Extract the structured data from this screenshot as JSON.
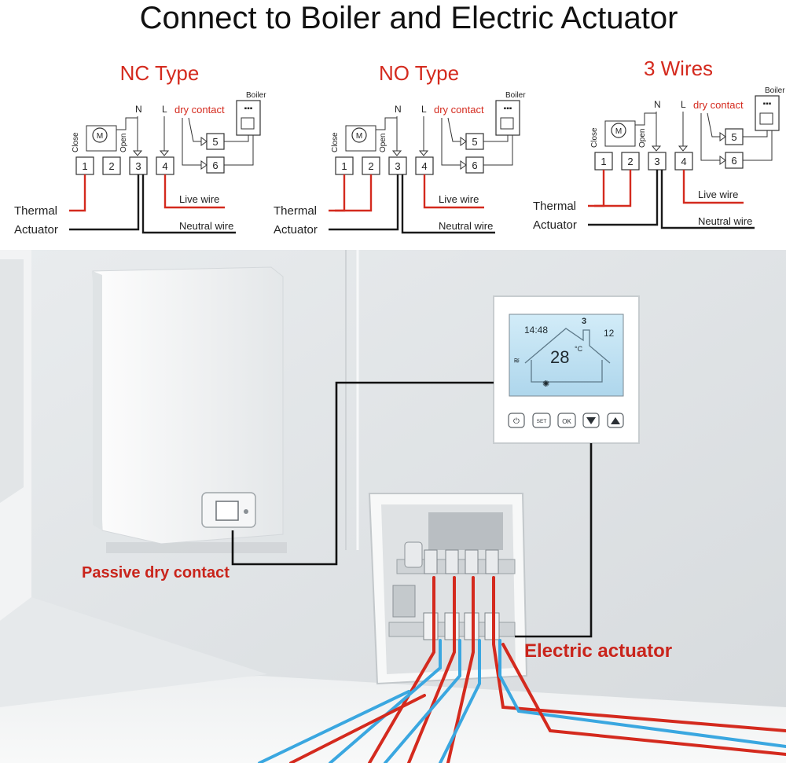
{
  "title": "Connect to Boiler and Electric Actuator",
  "diagrams": [
    {
      "heading": "NC Type",
      "n_label": "N",
      "l_label": "L",
      "dry_contact": "dry contact",
      "boiler": "Boiler",
      "close": "Close",
      "open": "Open",
      "motor": "M",
      "terminals": [
        "1",
        "2",
        "3",
        "4"
      ],
      "boiler_terminals": [
        "5",
        "6"
      ],
      "live_wire": "Live wire",
      "neutral_wire": "Neutral wire",
      "thermal": "Thermal",
      "actuator": "Actuator"
    },
    {
      "heading": "NO Type",
      "n_label": "N",
      "l_label": "L",
      "dry_contact": "dry contact",
      "boiler": "Boiler",
      "close": "Close",
      "open": "Open",
      "motor": "M",
      "terminals": [
        "1",
        "2",
        "3",
        "4"
      ],
      "boiler_terminals": [
        "5",
        "6"
      ],
      "live_wire": "Live wire",
      "neutral_wire": "Neutral wire",
      "thermal": "Thermal",
      "actuator": "Actuator"
    },
    {
      "heading": "3 Wires",
      "n_label": "N",
      "l_label": "L",
      "dry_contact": "dry contact",
      "boiler": "Boiler",
      "close": "Close",
      "open": "Open",
      "motor": "M",
      "terminals": [
        "1",
        "2",
        "3",
        "4"
      ],
      "boiler_terminals": [
        "5",
        "6"
      ],
      "live_wire": "Live wire",
      "neutral_wire": "Neutral wire",
      "thermal": "Thermal",
      "actuator": "Actuator"
    }
  ],
  "thermostat": {
    "time": "14:48",
    "program": "3",
    "set_temp": "12",
    "temperature": "28",
    "unit": "°C",
    "buttons": [
      "SET",
      "OK"
    ]
  },
  "scene_labels": {
    "dry_contact": "Passive dry contact",
    "actuator": "Electric actuator"
  },
  "colors": {
    "red": "#d42a1e",
    "blue": "#3aa7e0",
    "black": "#1a1a1a",
    "lcd": "#bfe0f2"
  }
}
